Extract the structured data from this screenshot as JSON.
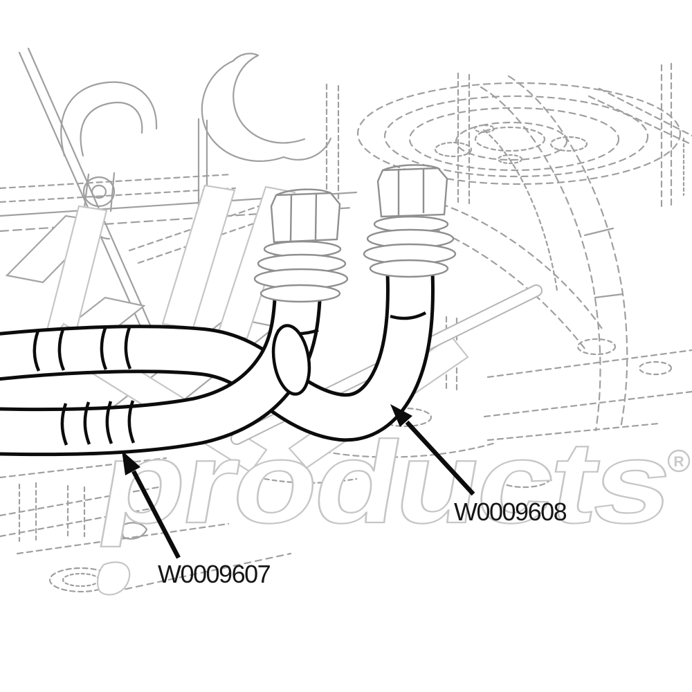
{
  "diagram": {
    "callouts": [
      {
        "id": "w0009607",
        "part_number": "W0009607"
      },
      {
        "id": "w0009608",
        "part_number": "W0009608"
      }
    ],
    "watermark": {
      "text": "products",
      "registered_mark": "R"
    },
    "colors": {
      "background": "#ffffff",
      "line_art": "#9f9f9f",
      "watermark_outline": "#c6c6c6",
      "hose_line": "#0c0c0c",
      "label_text": "#161616"
    }
  }
}
